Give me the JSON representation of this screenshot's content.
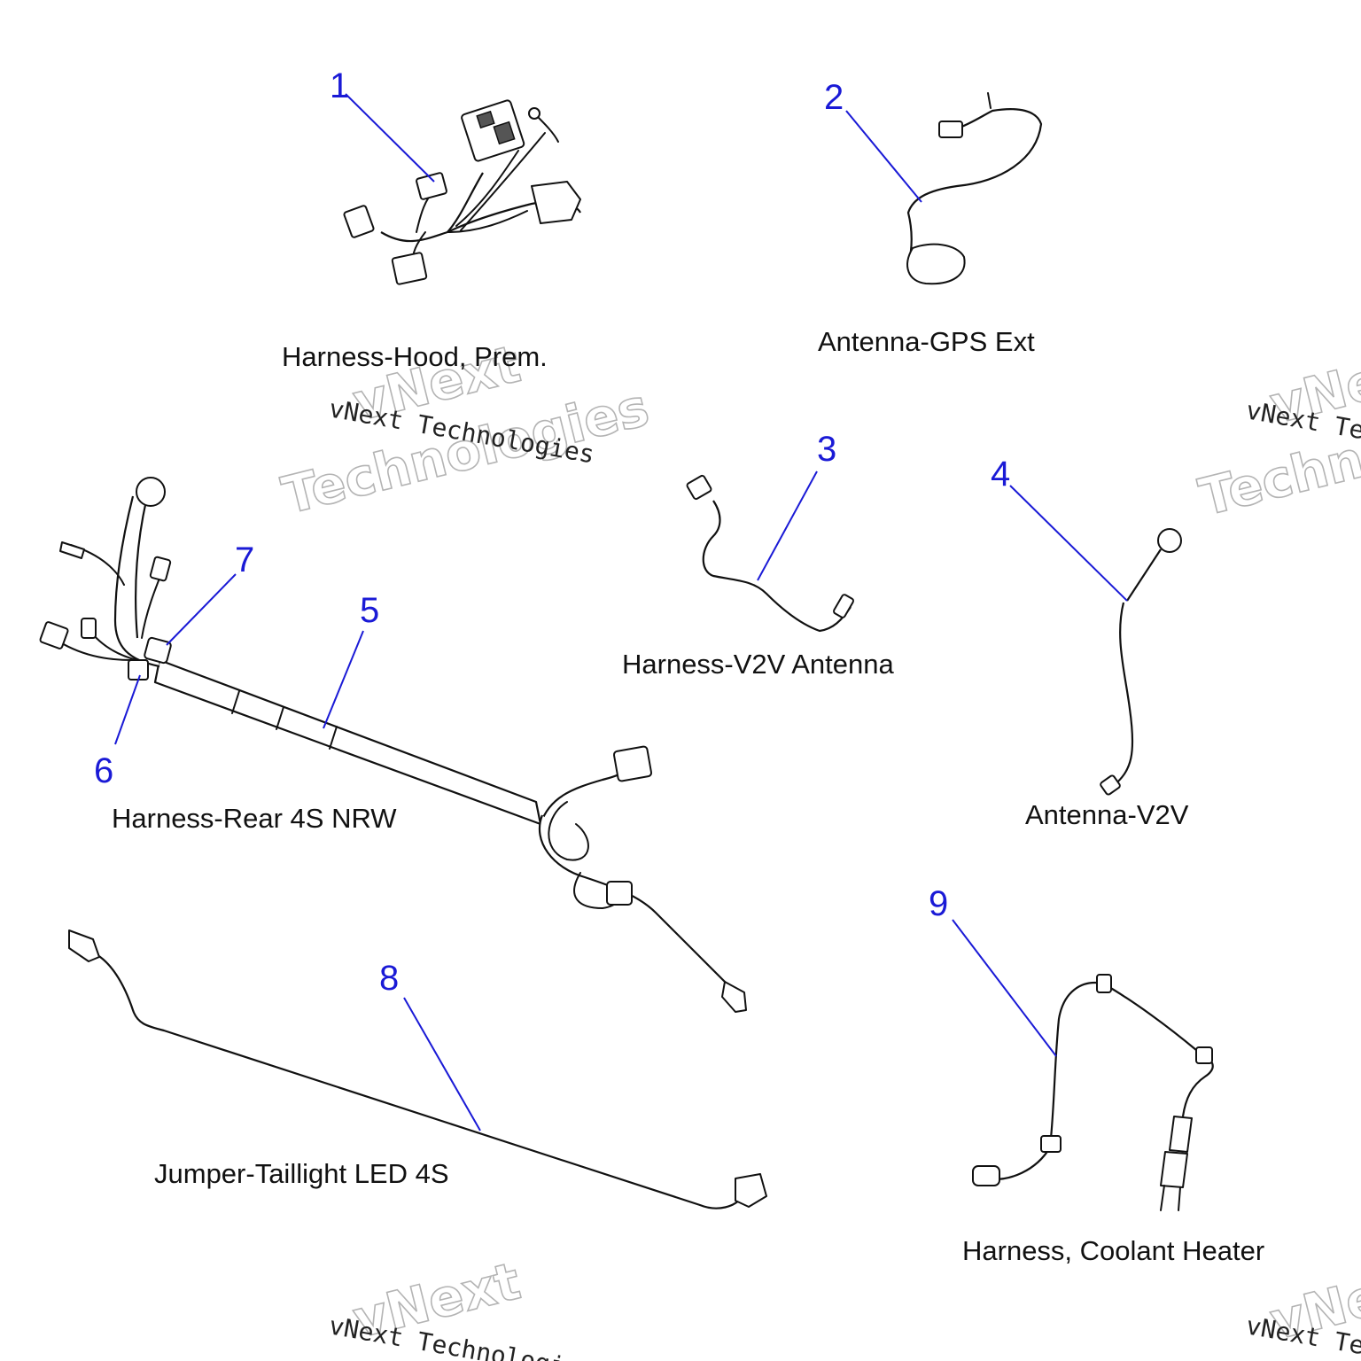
{
  "parts": [
    {
      "number": "1",
      "label": "Harness-Hood, Prem."
    },
    {
      "number": "2",
      "label": "Antenna-GPS Ext"
    },
    {
      "number": "3",
      "label": "Harness-V2V Antenna"
    },
    {
      "number": "4",
      "label": "Antenna-V2V"
    },
    {
      "number": "5",
      "label": "Harness-Rear 4S NRW"
    },
    {
      "number": "6",
      "label": ""
    },
    {
      "number": "7",
      "label": ""
    },
    {
      "number": "8",
      "label": "Jumper-Taillight LED 4S"
    },
    {
      "number": "9",
      "label": "Harness, Coolant Heater"
    }
  ],
  "watermark": {
    "line1": "vNext Technologies",
    "outline_top": "vNext",
    "outline_bottom": "Technologies",
    "partial_line1": "vNext Te",
    "partial_outline_top": "vNe",
    "partial_outline_bottom": "Techno",
    "bottom_line1": "vNext Technologies",
    "bottom_outline": "vNext",
    "bottom_right_line1": "vNext Te",
    "bottom_right_outline": "vNe"
  },
  "colors": {
    "callout": "#1a1ad6",
    "line_art": "#111111",
    "watermark_outline": "#b4b4b4"
  }
}
